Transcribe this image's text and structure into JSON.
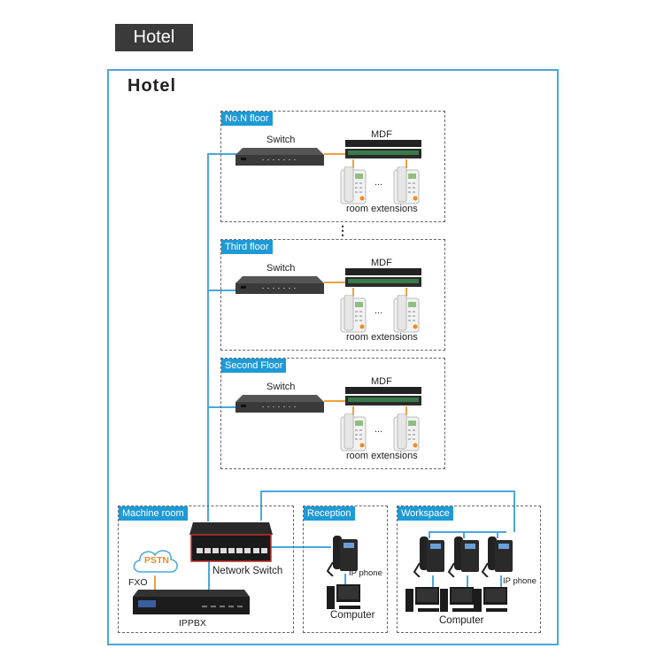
{
  "header": {
    "tag": "Hotel",
    "title": "Hotel"
  },
  "floors": [
    {
      "label": "No.N floor",
      "switch": "Switch",
      "mdf": "MDF",
      "ellipsis": "...",
      "extensions": "room extensions"
    },
    {
      "label": "Third floor",
      "switch": "Switch",
      "mdf": "MDF",
      "ellipsis": "...",
      "extensions": "room extensions"
    },
    {
      "label": "Second Floor",
      "switch": "Switch",
      "mdf": "MDF",
      "ellipsis": "...",
      "extensions": "room extensions"
    }
  ],
  "between_dots": "⋮",
  "machine_room": {
    "label": "Machine room",
    "pstn": "PSTN",
    "fxo": "FXO",
    "ippbx": "IPPBX",
    "network_switch": "Network Switch"
  },
  "reception": {
    "label": "Reception",
    "ip_phone": "IP phone",
    "computer": "Computer"
  },
  "workspace": {
    "label": "Workspace",
    "ip_phone": "IP phone",
    "computer": "Computer"
  },
  "colors": {
    "accent": "#1e9ad6",
    "line": "#4aa8dc",
    "orange": "#f0a040",
    "tag_bg": "#3a3a3a"
  }
}
